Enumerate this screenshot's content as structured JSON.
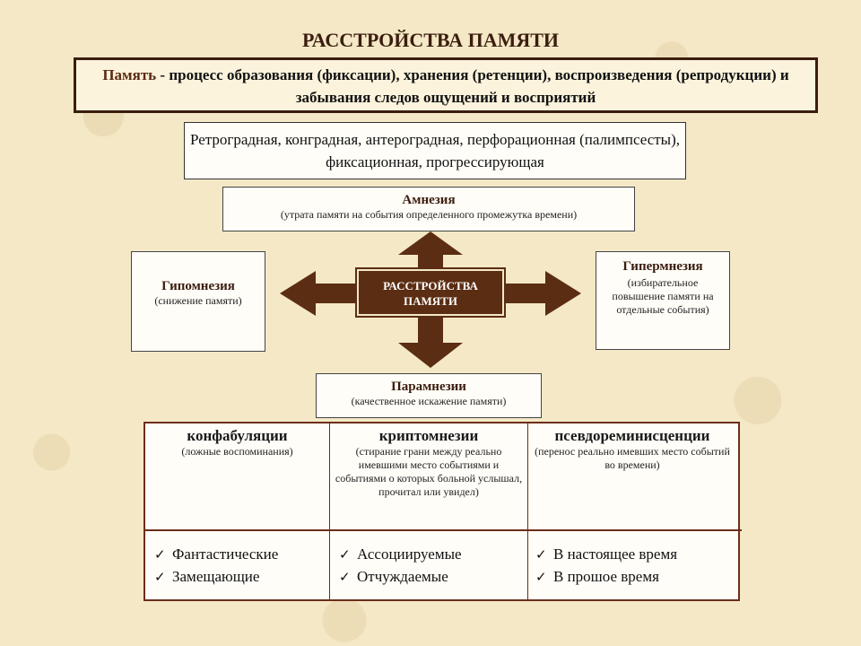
{
  "title": "РАССТРОЙСТВА ПАМЯТИ",
  "definition": {
    "term": "Память",
    "text": " - процесс образования (фиксации), хранения (ретенции), воспроизведения (репродукции) и  забывания  следов ощущений и восприятий"
  },
  "amnesia_types": "Ретроградная, конградная, антероградная, перфорационная (палимпсесты), фиксационная, прогрессирующая",
  "center_label": "РАССТРОЙСТВА ПАМЯТИ",
  "amnesia": {
    "title": "Амнезия",
    "desc": "(утрата памяти на события определенного промежутка времени)"
  },
  "hypomnesia": {
    "title": "Гипомнезия",
    "desc": "(снижение памяти)"
  },
  "hypermnesia": {
    "title": "Гипермнезия",
    "desc": "(избирательное повышение памяти на отдельные события)"
  },
  "paramnesia": {
    "title": "Парамнезии",
    "desc": "(качественное искажение памяти)"
  },
  "colors": {
    "accent": "#5b2d12",
    "background": "#f4e8c6",
    "table_border": "#6b2e1a"
  },
  "table": {
    "columns": [
      {
        "title": "конфабуляции",
        "desc": "(ложные воспоминания)",
        "items": [
          "Фантастические",
          "Замещающие"
        ]
      },
      {
        "title": "криптомнезии",
        "desc": "(стирание грани между реально имевшими место событиями и событиями о которых больной услышал, прочитал или увидел)",
        "items": [
          "Ассоциируемые",
          "Отчуждаемые"
        ]
      },
      {
        "title": "псевдореминисценции",
        "desc": "(перенос реально имевших место событий во времени)",
        "items": [
          "В настоящее время",
          "В прошое время"
        ]
      }
    ]
  },
  "check_mark": "✓"
}
